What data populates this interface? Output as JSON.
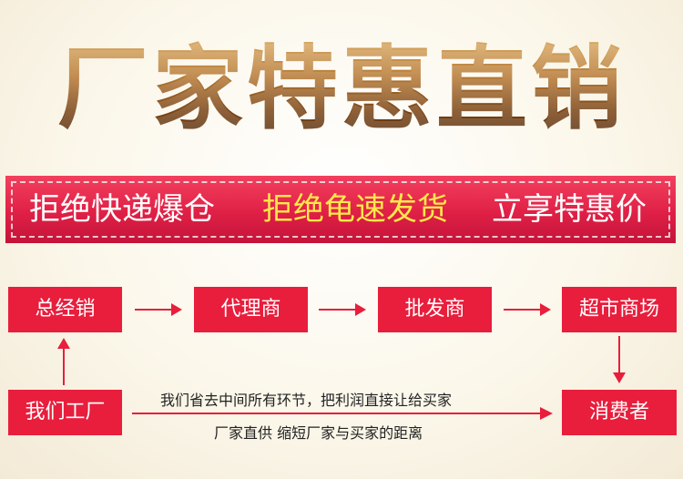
{
  "title": "厂家特惠直销",
  "banner": {
    "item1": "拒绝快递爆仓",
    "item2": "拒绝龟速发货",
    "item3": "立享特惠价"
  },
  "flow": {
    "general_manager": "总经销",
    "agent": "代理商",
    "wholesaler": "批发商",
    "supermarket": "超市商场",
    "our_factory": "我们工厂",
    "consumer": "消费者"
  },
  "notes": {
    "line1": "我们省去中间所有环节，把利润直接让给买家",
    "line2": "厂家直供 缩短厂家与买家的距离"
  },
  "colors": {
    "box_red": "#e81e3c",
    "arrow_red": "#e81e3c",
    "title_gold": "#8a5220"
  }
}
